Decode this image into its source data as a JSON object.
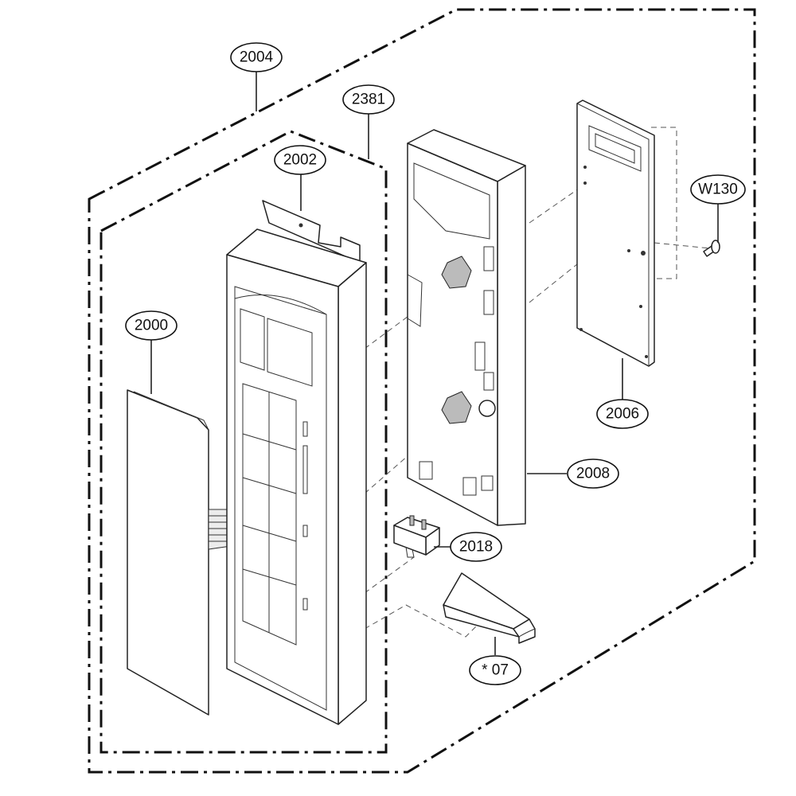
{
  "diagram": {
    "callouts": [
      {
        "id": "2004",
        "text": "2004"
      },
      {
        "id": "2381",
        "text": "2381"
      },
      {
        "id": "2002",
        "text": "2002"
      },
      {
        "id": "2000",
        "text": "2000"
      },
      {
        "id": "W130",
        "text": "W130"
      },
      {
        "id": "2006",
        "text": "2006"
      },
      {
        "id": "2008",
        "text": "2008"
      },
      {
        "id": "2018",
        "text": "2018"
      },
      {
        "id": "07",
        "text": "* 07"
      }
    ]
  }
}
